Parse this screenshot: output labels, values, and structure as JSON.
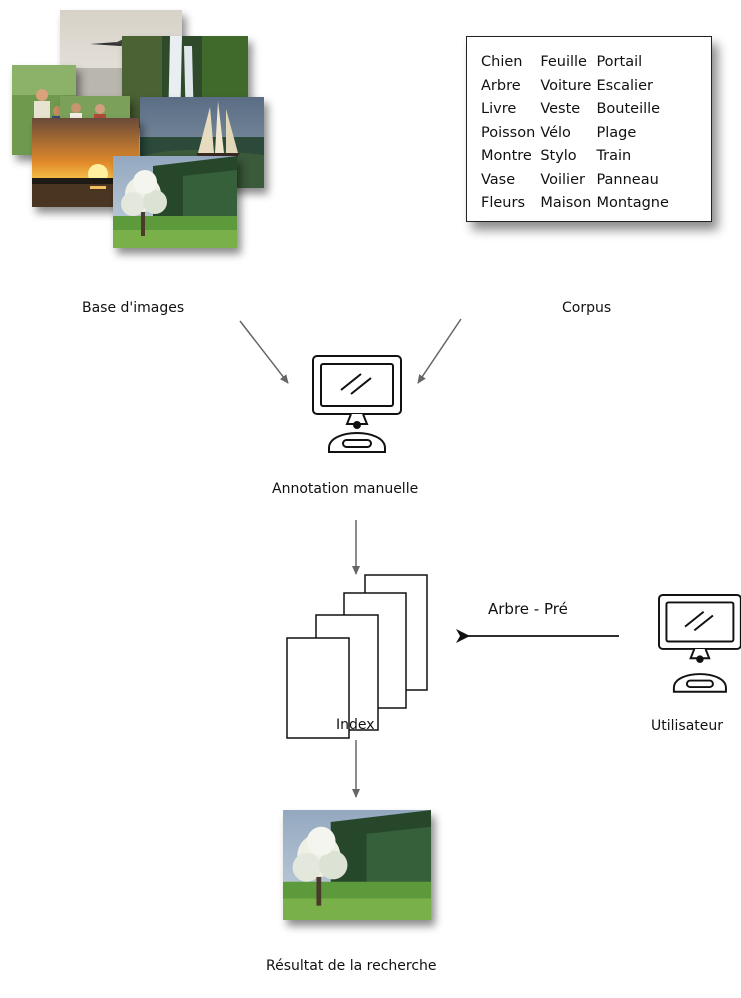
{
  "labels": {
    "base_images": "Base d'images",
    "corpus": "Corpus",
    "annotation": "Annotation manuelle",
    "index": "Index",
    "query": "Arbre -  Pré",
    "user": "Utilisateur",
    "result": "Résultat de la recherche"
  },
  "corpus_rows": [
    [
      "Chien",
      "Feuille",
      "Portail"
    ],
    [
      "Arbre",
      "Voiture",
      "Escalier"
    ],
    [
      "Livre",
      "Veste",
      "Bouteille"
    ],
    [
      "Poisson",
      "Vélo",
      "Plage"
    ],
    [
      "Montre",
      "Stylo",
      "Train"
    ],
    [
      "Vase",
      "Voilier",
      "Panneau"
    ],
    [
      "Fleurs",
      "Maison",
      "Montagne"
    ]
  ],
  "icons": [
    "computer-icon",
    "document-stack-icon",
    "arrow-icon"
  ]
}
